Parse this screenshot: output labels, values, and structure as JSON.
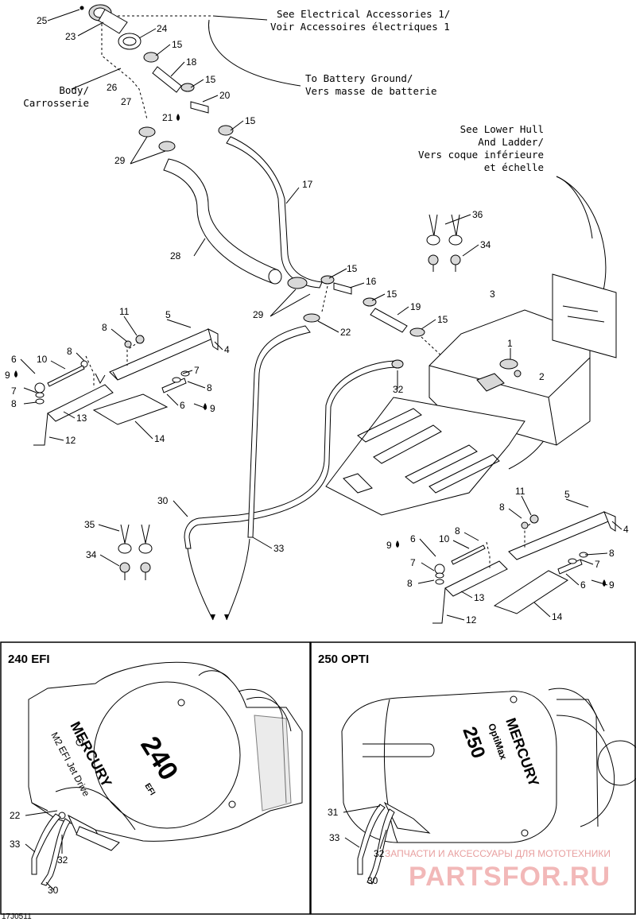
{
  "notes": {
    "elec_1": "See Electrical Accessories 1/",
    "elec_2": "Voir Accessoires électriques 1",
    "batt_1": "To Battery Ground/",
    "batt_2": "Vers masse de batterie",
    "body_1": "Body/",
    "body_2": "Carrosserie",
    "hull_1": "See Lower Hull",
    "hull_2": "And Ladder/",
    "hull_3": "Vers coque inférieure",
    "hull_4": "et échelle"
  },
  "callouts": {
    "c25": "25",
    "c23": "23",
    "c24": "24",
    "c15a": "15",
    "c18": "18",
    "c15b": "15",
    "c20": "20",
    "c21": "21",
    "c15c": "15",
    "c26": "26",
    "c27": "27",
    "c29a": "29",
    "c17": "17",
    "c28": "28",
    "c36": "36",
    "c34a": "34",
    "c3": "3",
    "c15d": "15",
    "c16": "16",
    "c15e": "15",
    "c19": "19",
    "c15f": "15",
    "c29b": "29",
    "c22": "22",
    "c1": "1",
    "c2": "2",
    "c32": "32",
    "l11": "11",
    "l5": "5",
    "l8a": "8",
    "l4": "4",
    "l6a": "6",
    "l10": "10",
    "l8b": "8",
    "l9a": "9",
    "l7a": "7",
    "l8c": "8",
    "l8d": "8",
    "l7b": "7",
    "l6b": "6",
    "l9b": "9",
    "l13": "13",
    "l12": "12",
    "l14": "14",
    "c30": "30",
    "c33": "33",
    "c35": "35",
    "c34b": "34",
    "r11": "11",
    "r5": "5",
    "r8a": "8",
    "r4": "4",
    "r8b": "8",
    "r6a": "6",
    "r9a": "9",
    "r10": "10",
    "r7a": "7",
    "r8c": "8",
    "r8d": "8",
    "r7b": "7",
    "r6b": "6",
    "r9b": "9",
    "r13": "13",
    "r12": "12",
    "r14": "14",
    "e22": "22",
    "e33": "33",
    "e32": "32",
    "e30": "30",
    "o31": "31",
    "o33": "33",
    "o32": "32",
    "o30": "30"
  },
  "panels": {
    "left_title": "240 EFI",
    "right_title": "250 OPTI",
    "left_brand_1": "MERCURY",
    "left_brand_2": "M2 EFI Jet Drive",
    "left_model": "240",
    "left_model_suffix": "EFI",
    "right_brand_1": "MERCURY",
    "right_brand_2": "OptiMax",
    "right_model": "250"
  },
  "footer": {
    "ref_code": "17J0511"
  },
  "watermark": {
    "line_1": "ЗАПЧАСТИ И АКСЕССУАРЫ ДЛЯ МОТОТЕХНИКИ",
    "line_2": "PARTSFOR.RU"
  }
}
